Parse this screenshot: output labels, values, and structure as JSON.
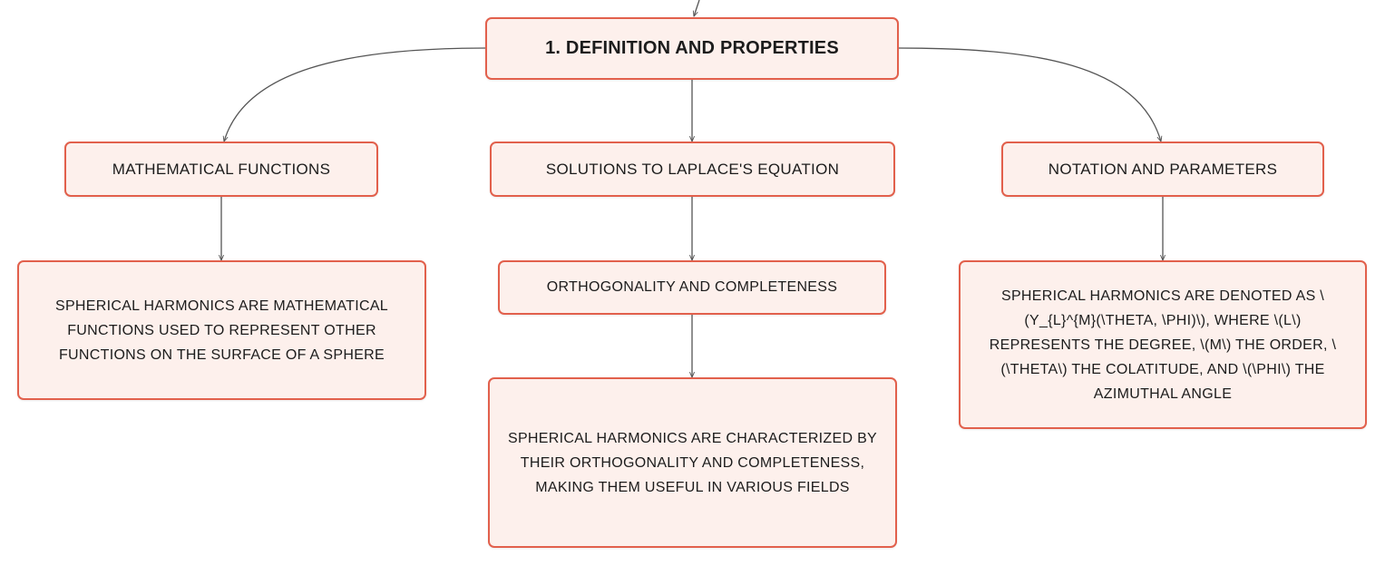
{
  "root": {
    "label": "1. Definition and Properties"
  },
  "branches": [
    {
      "label": "Mathematical Functions",
      "detail": "Spherical harmonics are mathematical functions used to represent other functions on the surface of a sphere"
    },
    {
      "label": "Solutions to Laplace's Equation",
      "sub_label": "Orthogonality and Completeness",
      "detail": "Spherical harmonics are characterized by their orthogonality and completeness, making them useful in various fields"
    },
    {
      "label": "Notation and Parameters",
      "detail": "Spherical harmonics are denoted as \\(Y_{l}^{m}(\\theta, \\phi)\\), where \\(l\\) represents the degree, \\(m\\) the order, \\(\\theta\\) the colatitude, and \\(\\phi\\) the azimuthal angle"
    }
  ],
  "colors": {
    "node_border": "#e2604c",
    "node_fill": "#fdf0ec",
    "connector": "#555555"
  }
}
